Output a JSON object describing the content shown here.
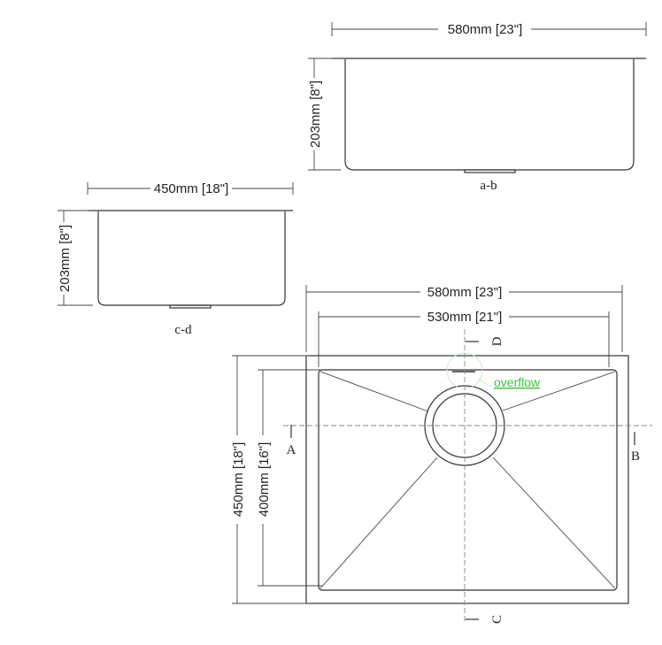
{
  "side_view_ab": {
    "width_label": "580mm [23\"]",
    "height_label": "203mm [8\"]",
    "section_label": "a-b"
  },
  "side_view_cd": {
    "width_label": "450mm [18\"]",
    "height_label": "203mm [8\"]",
    "section_label": "c-d"
  },
  "top_view": {
    "outer_width_label": "580mm [23\"]",
    "inner_width_label": "530mm [21\"]",
    "outer_depth_label": "450mm [18\"]",
    "inner_depth_label": "400mm [16\"]",
    "overflow_label": "overflow",
    "section_markers": {
      "a": "A",
      "b": "B",
      "c": "C",
      "d": "D"
    }
  },
  "colors": {
    "line": "#333333",
    "overflow": "#3ac43a"
  }
}
